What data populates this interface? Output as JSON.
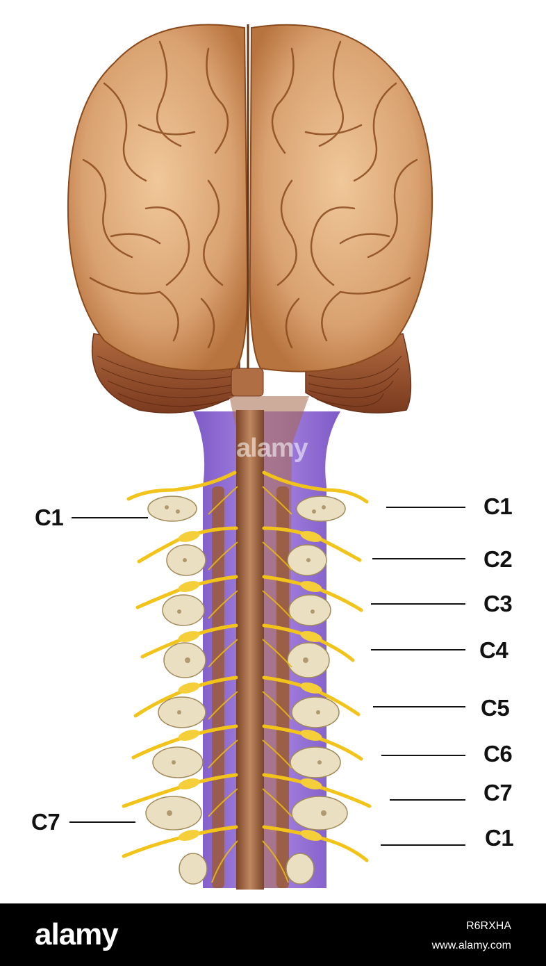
{
  "left_labels": [
    "C1",
    "C7"
  ],
  "right_labels": [
    "C1",
    "C2",
    "C3",
    "C4",
    "C5",
    "C6",
    "C7",
    "C1"
  ],
  "watermark": "alamy",
  "footer": {
    "brand": "alamy",
    "image_code": "R6RXHA",
    "url": "www.alamy.com"
  },
  "colors": {
    "cortex": "#d9a574",
    "sulcus": "#8a4a1c",
    "cerebellum": "#9a5632",
    "cord": "#9b6040",
    "csf": "#8b5fd0",
    "nerve": "#f2c41a",
    "bone": "#eadfc0",
    "footer": "#000000"
  }
}
